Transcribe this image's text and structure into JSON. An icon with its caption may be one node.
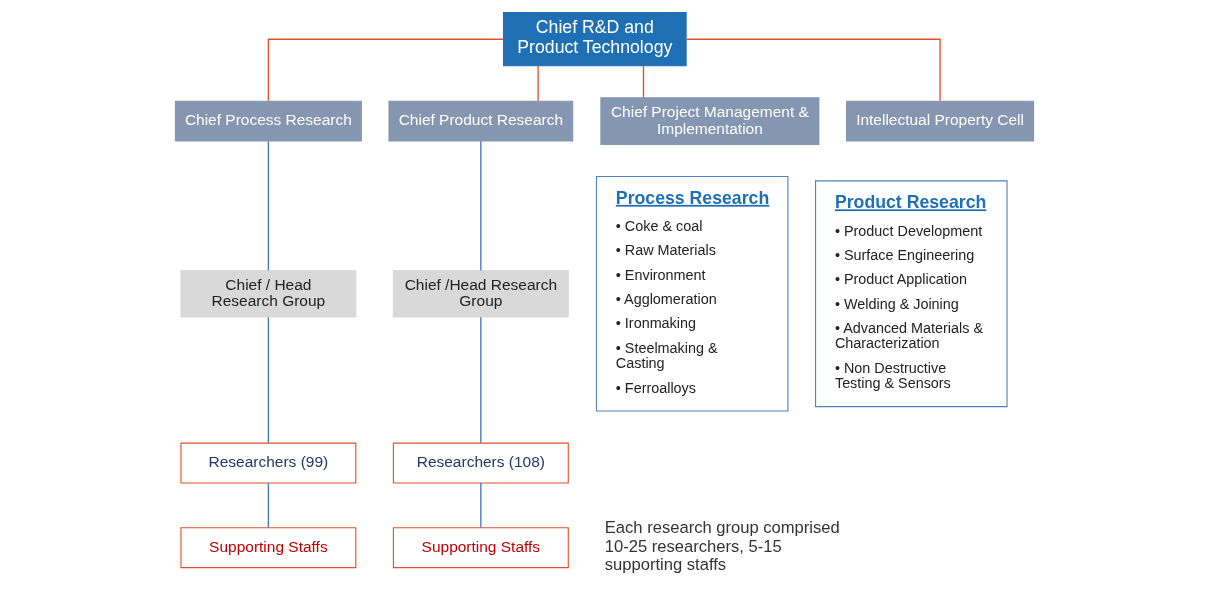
{
  "diagram": {
    "nodes": [
      {
        "text": [
          "Chief R&D and Product Technology"
        ]
      },
      {
        "text": [
          "Chief Process Research"
        ]
      },
      {
        "text": [
          "Chief Product Research"
        ]
      },
      {
        "text": [
          "Chief Project Management & Implementation"
        ]
      },
      {
        "text": [
          "Intellectual Property Cell"
        ]
      },
      {
        "text": [
          "Chief / Head Research Group"
        ]
      },
      {
        "text": [
          "Researchers (99)"
        ]
      },
      {
        "text": [
          "Supporting Staffs"
        ]
      },
      {
        "text": [
          "Chief /Head Research Group"
        ]
      },
      {
        "text": [
          "Researchers (108)"
        ]
      },
      {
        "text": [
          "Supporting Staffs"
        ]
      },
      {
        "text": [
          "Process Research",
          "• Coke & coal",
          "• Raw Materials",
          "• Environment",
          "• Agglomeration",
          "• Ironmaking",
          "• Steelmaking & Casting",
          "• Ferroalloys"
        ]
      },
      {
        "text": [
          "Product Research",
          "• Product Development",
          "• Surface Engineering",
          "• Product Application",
          "• Welding & Joining",
          "• Advanced Materials & Characterization",
          "• Non Destructive Testing & Sensors"
        ]
      }
    ],
    "edges": [
      {
        "from": 0,
        "to": 1,
        "arrow": "none",
        "color": "#e0502a"
      },
      {
        "from": 0,
        "to": 2,
        "arrow": "none",
        "color": "#e0502a"
      },
      {
        "from": 0,
        "to": 3,
        "arrow": "none",
        "color": "#e0502a"
      },
      {
        "from": 0,
        "to": 4,
        "arrow": "none",
        "color": "#e0502a"
      },
      {
        "from": 1,
        "to": 5,
        "arrow": "none"
      },
      {
        "from": 5,
        "to": 6,
        "arrow": "none"
      },
      {
        "from": 6,
        "to": 7,
        "arrow": "none"
      },
      {
        "from": 2,
        "to": 8,
        "arrow": "none"
      },
      {
        "from": 8,
        "to": 9,
        "arrow": "none"
      },
      {
        "from": 9,
        "to": 10,
        "arrow": "none"
      }
    ],
    "labels": [
      "Each research group comprised 10-25 researchers, 5-15 supporting staffs"
    ]
  }
}
